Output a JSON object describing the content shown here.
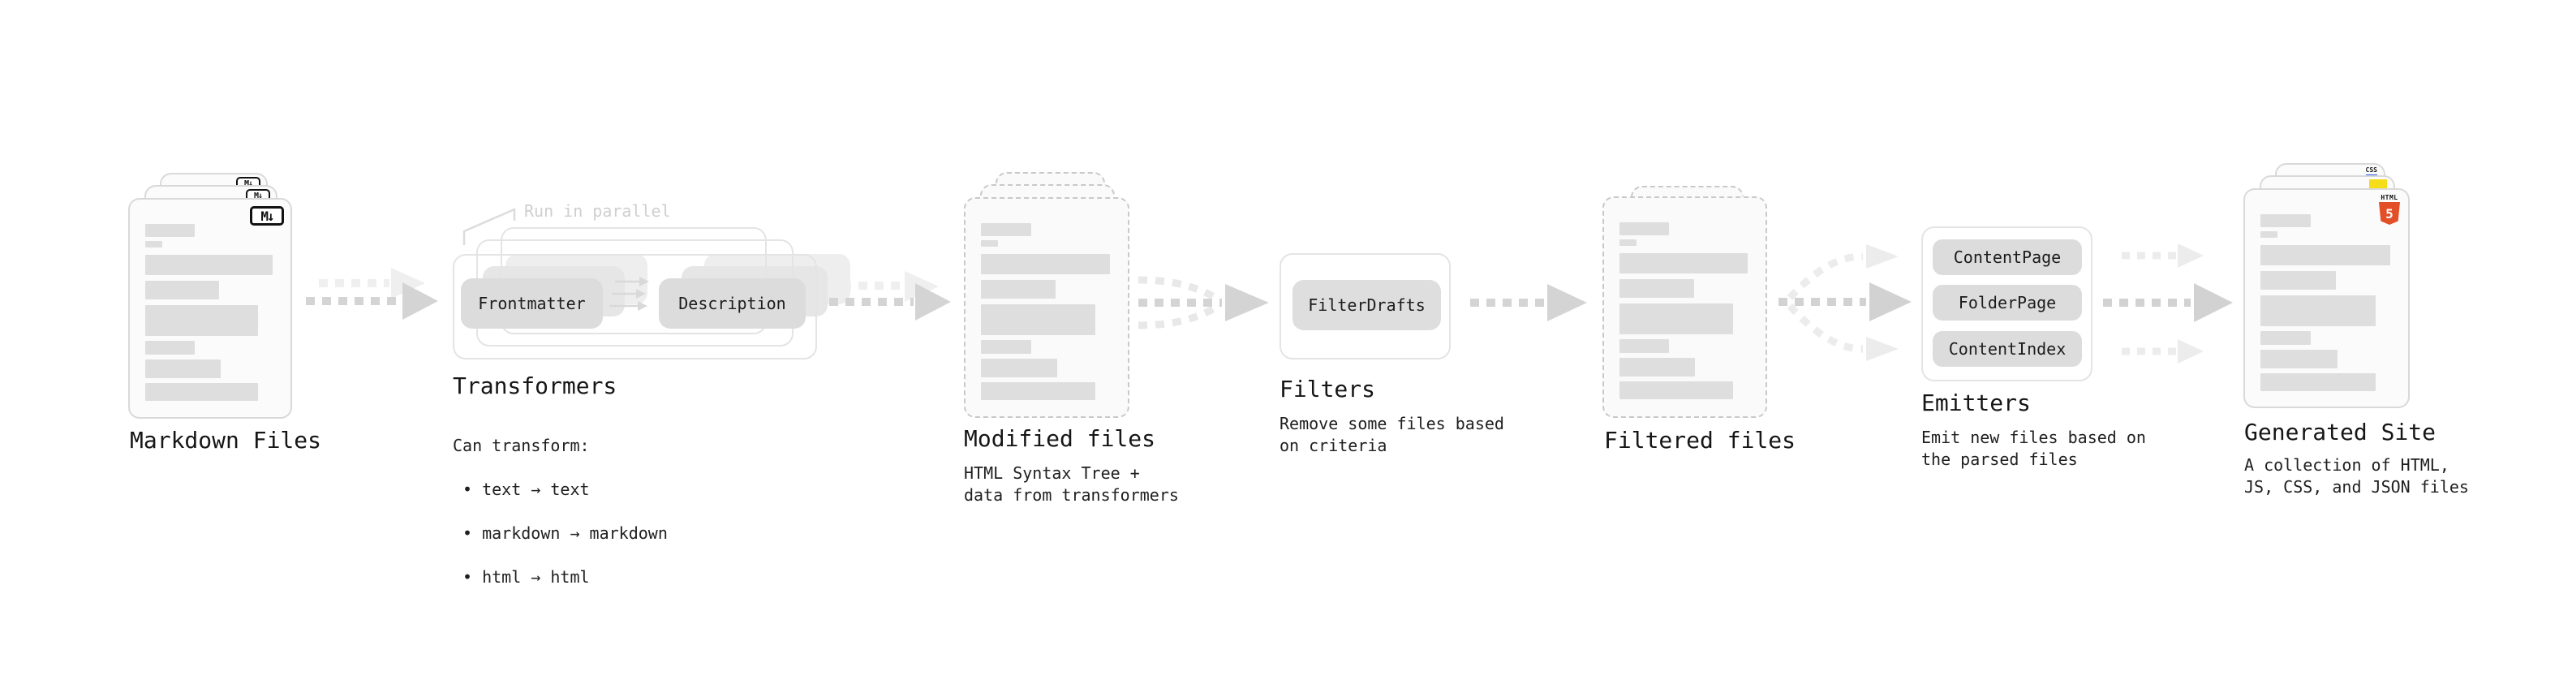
{
  "colors": {
    "html5_orange": "#e34f26",
    "js_yellow": "#f5de19",
    "css_blue": "#2c5ae9",
    "arrow_gray": "#d4d4d4",
    "arrow_light": "#ededed",
    "bar_gray": "#dedede"
  },
  "sections": {
    "markdown_files": {
      "title": "Markdown Files",
      "badge": "M↓"
    },
    "transformers": {
      "title": "Transformers",
      "annotation": "Run in parallel",
      "box_left": "Frontmatter",
      "box_right": "Description",
      "subtitle_heading": "Can transform:",
      "bullet_char": "•",
      "bullets": [
        "text → text",
        "markdown → markdown",
        "html → html"
      ]
    },
    "modified_files": {
      "title": "Modified files",
      "subtitle": "HTML Syntax Tree +\ndata from transformers"
    },
    "filters": {
      "title": "Filters",
      "pill": "FilterDrafts",
      "subtitle": "Remove some files based\non criteria"
    },
    "filtered_files": {
      "title": "Filtered files"
    },
    "emitters": {
      "title": "Emitters",
      "pills": [
        "ContentPage",
        "FolderPage",
        "ContentIndex"
      ],
      "subtitle": "Emit new files based on\nthe parsed files"
    },
    "generated_site": {
      "title": "Generated Site",
      "subtitle": "A collection of HTML,\nJS, CSS, and JSON files",
      "badge_css": "CSS",
      "badge_html_word": "HTML",
      "badge_html_number": "5"
    }
  }
}
